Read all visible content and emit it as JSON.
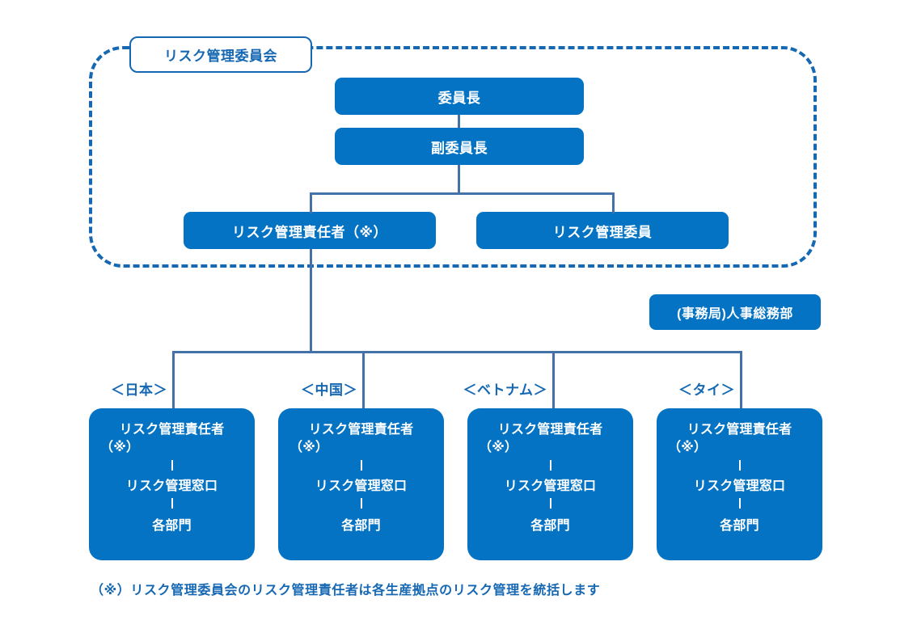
{
  "diagram": {
    "title": "リスク管理委員会",
    "colors": {
      "box_blue": "#0473C4",
      "outline_blue": "#1668B3",
      "connector_blue": "#4472A8",
      "background": "#FFFFFF",
      "box_text": "#FFFFFF"
    },
    "committee": {
      "frame_label": "リスク管理委員会",
      "nodes": {
        "chair": "委員長",
        "vice_chair": "副委員長",
        "officer": "リスク管理責任者（※）",
        "member": "リスク管理委員"
      }
    },
    "secretariat": {
      "label": "(事務局)人事総務部"
    },
    "regions": [
      {
        "key": "japan",
        "label": "＜日本＞",
        "role_main": "リスク管理責任者",
        "role_mark": "（※）",
        "contact": "リスク管理窓口",
        "departments": "各部門"
      },
      {
        "key": "china",
        "label": "＜中国＞",
        "role_main": "リスク管理責任者",
        "role_mark": "（※）",
        "contact": "リスク管理窓口",
        "departments": "各部門"
      },
      {
        "key": "vietnam",
        "label": "＜ベトナム＞",
        "role_main": "リスク管理責任者",
        "role_mark": "（※）",
        "contact": "リスク管理窓口",
        "departments": "各部門"
      },
      {
        "key": "thailand",
        "label": "＜タイ＞",
        "role_main": "リスク管理責任者",
        "role_mark": "（※）",
        "contact": "リスク管理窓口",
        "departments": "各部門"
      }
    ],
    "footnote": "（※）リスク管理委員会のリスク管理責任者は各生産拠点のリスク管理を統括します"
  }
}
